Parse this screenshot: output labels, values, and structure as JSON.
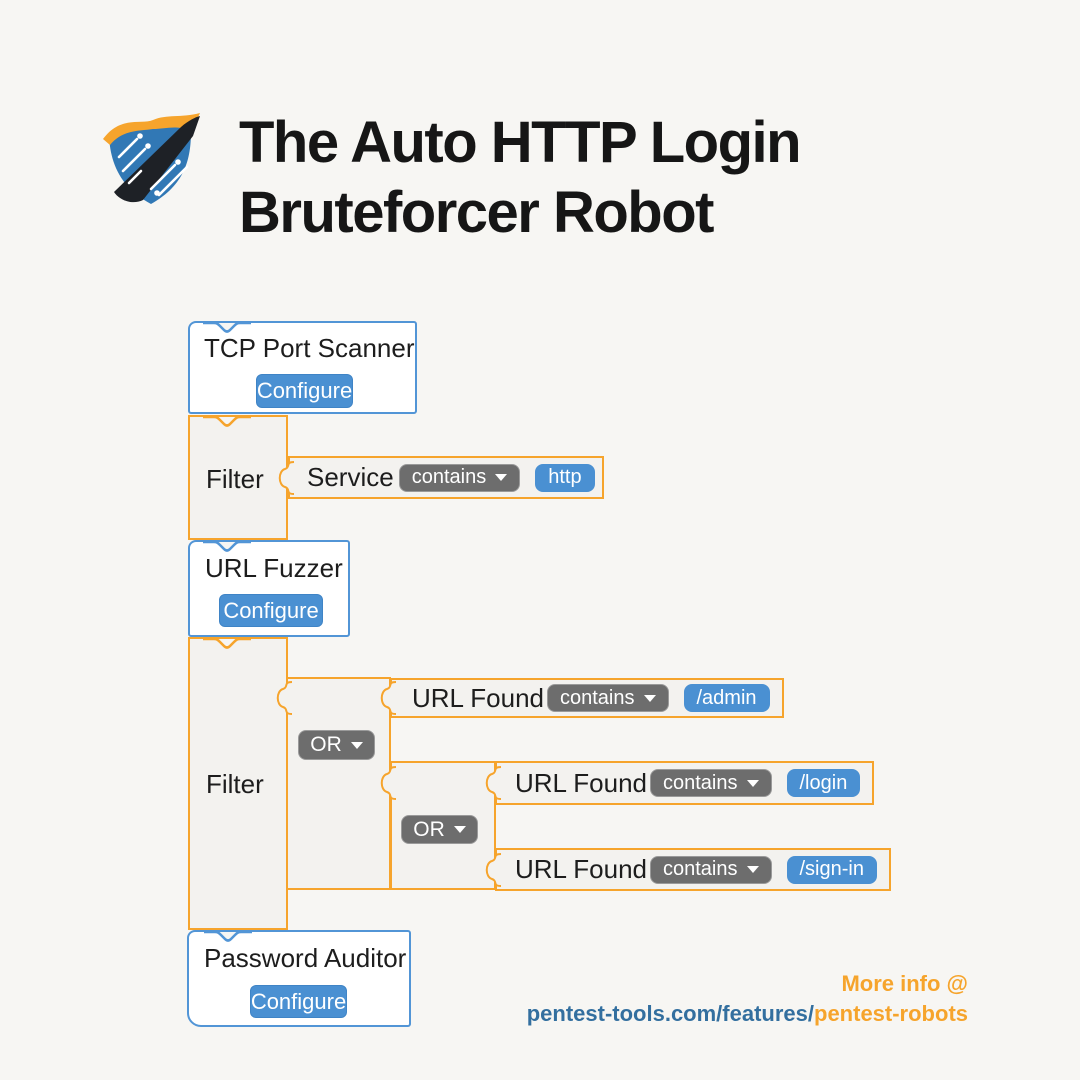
{
  "header": {
    "title_line1": "The Auto HTTP Login",
    "title_line2": "Bruteforcer Robot"
  },
  "logo": {
    "name": "pentest-tools-shield"
  },
  "blocks": {
    "tcp_port_scanner": {
      "label": "TCP Port Scanner",
      "configure_label": "Configure"
    },
    "filter_service": {
      "label": "Filter"
    },
    "service_condition": {
      "field": "Service",
      "operator": "contains",
      "value": "http"
    },
    "url_fuzzer": {
      "label": "URL Fuzzer",
      "configure_label": "Configure"
    },
    "filter_url": {
      "label": "Filter"
    },
    "or_outer": {
      "operator": "OR"
    },
    "cond_admin": {
      "field": "URL Found",
      "operator": "contains",
      "value": "/admin"
    },
    "or_inner": {
      "operator": "OR"
    },
    "cond_login": {
      "field": "URL Found",
      "operator": "contains",
      "value": "/login"
    },
    "cond_signin": {
      "field": "URL Found",
      "operator": "contains",
      "value": "/sign-in"
    }
  },
  "password_auditor": {
    "label": "Password Auditor",
    "configure_label": "Configure"
  },
  "footer": {
    "more_info": "More info @",
    "link_base": "pentest-tools.com/features/",
    "link_highlight": "pentest-robots"
  },
  "colors": {
    "blue": "#4a90d2",
    "blue_border": "#5295d6",
    "orange": "#f6a42c",
    "pill_gray": "#6d6d6d",
    "block_gray": "#f3f2ef",
    "footer_blue": "#336f9f",
    "title": "#161616"
  }
}
